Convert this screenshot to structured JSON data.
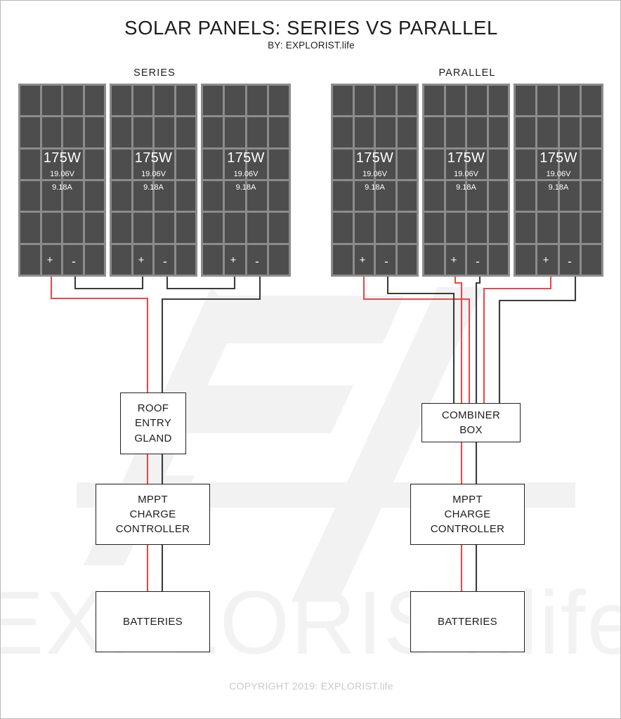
{
  "header": {
    "title": "SOLAR PANELS: SERIES VS PARALLEL",
    "byline": "BY: EXPLORIST.life"
  },
  "footer": {
    "copyright": "COPYRIGHT 2019: EXPLORIST.life"
  },
  "watermark": {
    "text": "EXPLORIST.life",
    "color": "#f2f2f2"
  },
  "colors": {
    "positive_wire": "#e8494b",
    "negative_wire": "#3b3b3b",
    "panel_frame": "#8c8c8c",
    "panel_cell": "#4d4d4d",
    "box_border": "#231f20",
    "text": "#1d1d1d",
    "footer_text": "#c9c9c9"
  },
  "panel_spec": {
    "watts": "175W",
    "volts": "19.06V",
    "amps": "9.18A",
    "positive_terminal": "+",
    "negative_terminal": "-"
  },
  "sections": [
    {
      "id": "series",
      "heading": "SERIES",
      "panels": [
        {
          "label": "series-panel-1"
        },
        {
          "label": "series-panel-2"
        },
        {
          "label": "series-panel-3"
        }
      ],
      "boxes": [
        {
          "id": "roof-entry-gland",
          "lines": [
            "ROOF",
            "ENTRY",
            "GLAND"
          ]
        },
        {
          "id": "mppt-charge-controller",
          "lines": [
            "MPPT",
            "CHARGE",
            "CONTROLLER"
          ]
        },
        {
          "id": "batteries",
          "lines": [
            "BATTERIES"
          ]
        }
      ]
    },
    {
      "id": "parallel",
      "heading": "PARALLEL",
      "panels": [
        {
          "label": "parallel-panel-1"
        },
        {
          "label": "parallel-panel-2"
        },
        {
          "label": "parallel-panel-3"
        }
      ],
      "boxes": [
        {
          "id": "combiner-box",
          "lines": [
            "COMBINER",
            "BOX"
          ]
        },
        {
          "id": "mppt-charge-controller",
          "lines": [
            "MPPT",
            "CHARGE",
            "CONTROLLER"
          ]
        },
        {
          "id": "batteries",
          "lines": [
            "BATTERIES"
          ]
        }
      ]
    }
  ],
  "box_labels": {
    "roof_entry_gland": "ROOF\nENTRY\nGLAND",
    "combiner_box": "COMBINER\nBOX",
    "mppt": "MPPT\nCHARGE\nCONTROLLER",
    "batteries": "BATTERIES"
  }
}
